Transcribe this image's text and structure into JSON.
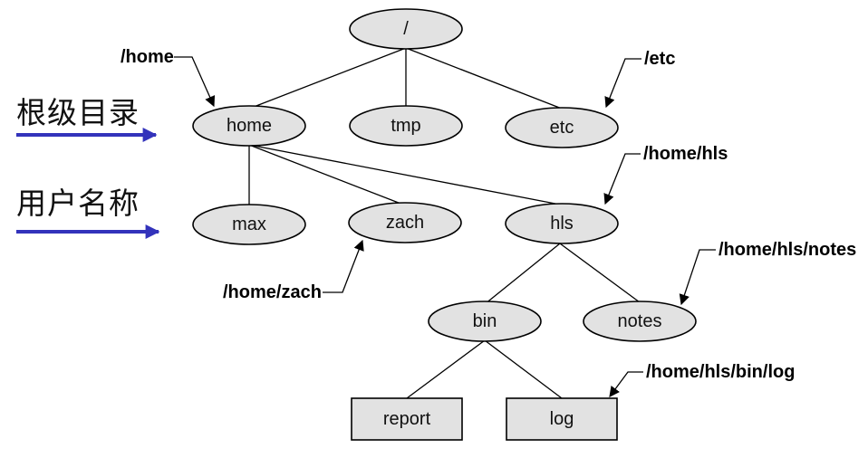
{
  "side_labels": {
    "root_level": "根级目录",
    "user_name": "用户名称"
  },
  "colors": {
    "arrow_blue": "#3333bb",
    "node_fill": "#e2e2e2"
  },
  "nodes": {
    "root": "/",
    "home": "home",
    "tmp": "tmp",
    "etc": "etc",
    "max": "max",
    "zach": "zach",
    "hls": "hls",
    "bin": "bin",
    "notes": "notes",
    "report": "report",
    "log": "log"
  },
  "callouts": {
    "home": "/home",
    "etc": "/etc",
    "hls": "/home/hls",
    "zach": "/home/zach",
    "notes": "/home/hls/notes",
    "log": "/home/hls/bin/log"
  }
}
